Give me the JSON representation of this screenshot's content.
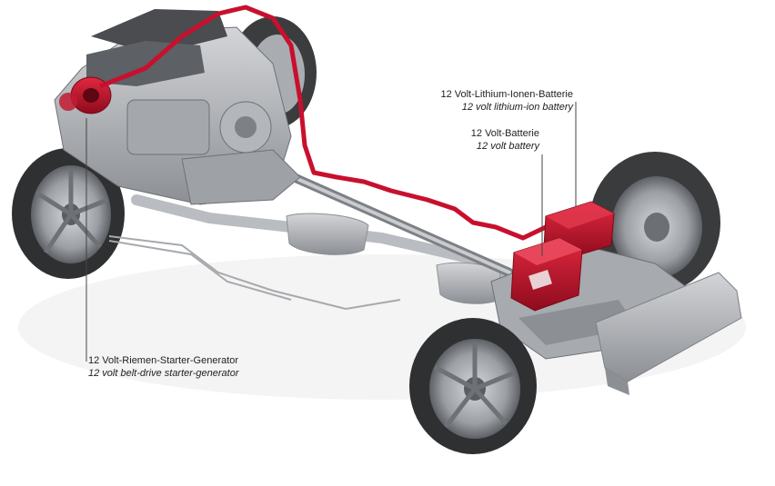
{
  "labels": {
    "liion": {
      "de": "12 Volt-Lithium-Ionen-Batterie",
      "en": "12 volt lithium-ion battery"
    },
    "battery": {
      "de": "12 Volt-Batterie",
      "en": "12 volt battery"
    },
    "bsg": {
      "de": "12 Volt-Riemen-Starter-Generator",
      "en": "12 volt belt-drive starter-generator"
    }
  },
  "colors": {
    "highlight": "#c8102e",
    "chassis": "#8a8d92",
    "tire": "#3a3b3d",
    "background": "#ffffff"
  }
}
